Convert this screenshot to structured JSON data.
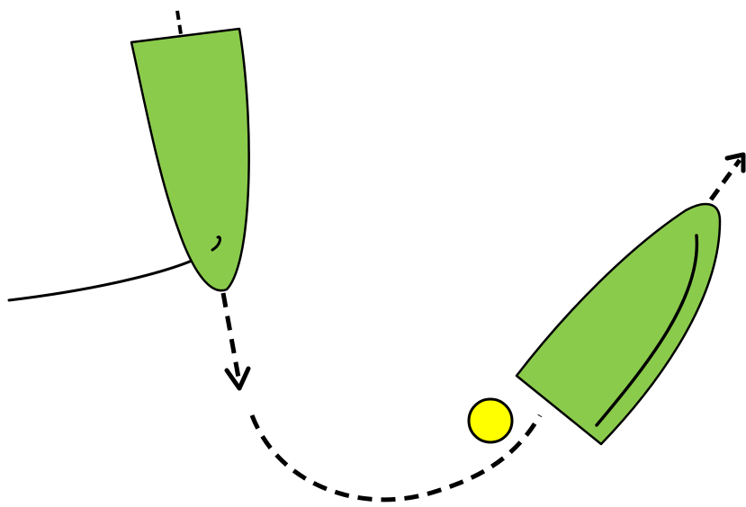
{
  "diagram": {
    "colors": {
      "background": "#ffffff",
      "boat_hull": "#8bcb4c",
      "boat_outline": "#000000",
      "mark": "#ffff00",
      "path_line": "#000000"
    },
    "elements": [
      {
        "name": "boat-top-left",
        "kind": "sailboat hull"
      },
      {
        "name": "boat-bottom-right",
        "kind": "sailboat hull"
      },
      {
        "name": "mark-buoy",
        "kind": "yellow round mark"
      },
      {
        "name": "course-path",
        "kind": "dashed path with arrows"
      }
    ]
  }
}
